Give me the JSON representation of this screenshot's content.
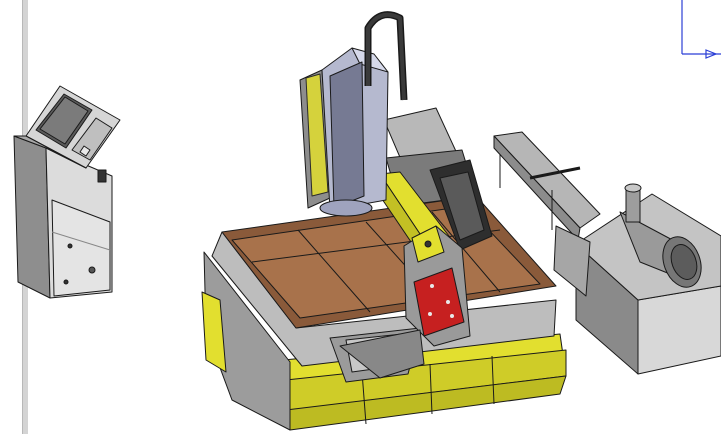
{
  "viewport": {
    "background": "#ffffff",
    "model_colors": {
      "frame": "#c9c9c9",
      "frame_dark": "#6f6f6f",
      "table_top": "#8a5a3a",
      "table_top_light": "#a8724b",
      "spindle": "#b5b9cf",
      "spindle_dark": "#767a93",
      "accent_yellow": "#e2df2f",
      "accent_red": "#c62020",
      "outline": "#1a1a1a"
    }
  },
  "scene": {
    "objects": [
      {
        "name": "control-cabinet",
        "icon": "control-panel-icon"
      },
      {
        "name": "cnc-router-machine",
        "icon": "cnc-router-icon"
      },
      {
        "name": "vacuum-pump-unit",
        "icon": "vacuum-pump-icon"
      },
      {
        "name": "tool-changer-rack",
        "icon": "tool-rack-icon"
      }
    ]
  },
  "compass": {
    "icon": "axis-compass-icon",
    "color": "#2b3fd6"
  }
}
